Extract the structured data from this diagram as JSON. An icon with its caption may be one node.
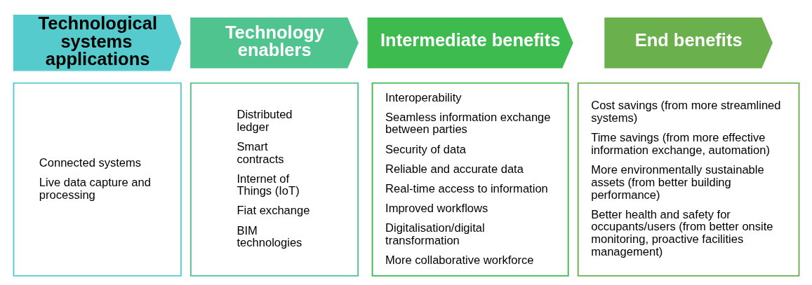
{
  "diagram": {
    "nodes": [
      {
        "text": [
          "Technological systems applications"
        ]
      },
      {
        "text": [
          "Connected systems",
          "Live data capture and processing"
        ]
      },
      {
        "text": [
          "Technology enablers"
        ]
      },
      {
        "text": [
          "Distributed ledger",
          "Smart contracts",
          "Internet of Things (IoT)",
          "Fiat exchange",
          "BIM technologies"
        ]
      },
      {
        "text": [
          "Intermediate benefits"
        ]
      },
      {
        "text": [
          "Interoperability",
          "Seamless information exchange between parties",
          "Security of data",
          "Reliable and accurate data",
          "Real-time access to information",
          "Improved workflows",
          "Digitalisation/digital transformation",
          "More collaborative workforce"
        ]
      },
      {
        "text": [
          "End benefits"
        ]
      },
      {
        "text": [
          "Cost savings (from more streamlined systems)",
          "Time savings (from more effective information exchange, automation)",
          "More environmentally sustainable assets (from better building performance)",
          "Better health and safety for occupants/users (from better onsite monitoring, proactive facilities management)"
        ]
      }
    ]
  }
}
